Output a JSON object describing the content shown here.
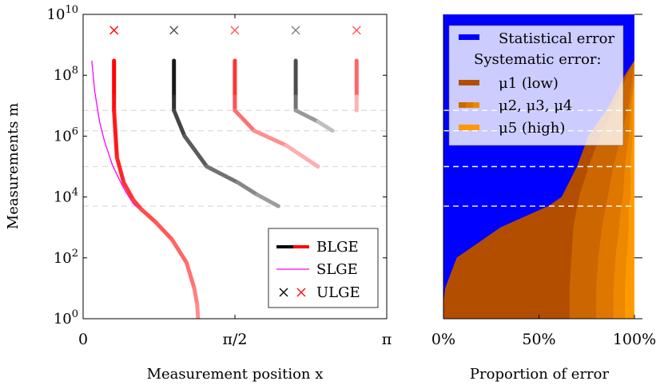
{
  "chart_data": [
    {
      "type": "line",
      "xlabel": "Measurement position x",
      "ylabel": "Measurements m",
      "x_ticks": [
        "0",
        "π/2",
        "π"
      ],
      "y_ticks": [
        "10^0",
        "10^2",
        "10^4",
        "10^6",
        "10^8",
        "10^10"
      ],
      "xlim": [
        0,
        3.1416
      ],
      "ylim": [
        1,
        10000000000
      ],
      "y_scale": "log",
      "legend_placement": "bottom-right",
      "legend": [
        "BLGE",
        "SLGE",
        "ULGE"
      ],
      "colors": {
        "red": "#ff0000",
        "black": "#000000",
        "magenta": "#ff00ff",
        "dash": "#dddddd"
      },
      "dashed_levels_m": [
        5000,
        100000,
        1500000,
        7000000
      ],
      "ulge_markers": [
        {
          "x": 0.32,
          "m": 3000000000,
          "color": "#ff0000"
        },
        {
          "x": 0.94,
          "m": 3000000000,
          "color": "#000000"
        },
        {
          "x": 1.57,
          "m": 3000000000,
          "color": "#ff0000"
        },
        {
          "x": 2.2,
          "m": 3000000000,
          "color": "#000000"
        },
        {
          "x": 2.83,
          "m": 3000000000,
          "color": "#ff0000"
        }
      ],
      "series": [
        {
          "name": "SLGE",
          "color": "#ff00ff",
          "x": [
            0.09,
            0.12,
            0.17,
            0.22,
            0.3,
            0.37,
            0.44,
            0.52,
            0.58
          ],
          "m": [
            300000000,
            30000000,
            3000000,
            700000,
            120000,
            40000,
            15000,
            6000,
            4000
          ]
        },
        {
          "name": "BLGE",
          "color": "#ff0000",
          "x": [
            0.32,
            0.32,
            0.32,
            0.35,
            0.42,
            0.52,
            0.6,
            0.75,
            0.92,
            1.07,
            1.15,
            1.18,
            1.19
          ],
          "m": [
            300000000,
            20000000,
            7000000,
            200000,
            30000,
            8000,
            4000,
            1500,
            400,
            70,
            10,
            3,
            1
          ]
        },
        {
          "name": "BLGE",
          "color": "#000000",
          "x": [
            0.94,
            0.94,
            0.94,
            1.05,
            1.28,
            1.6,
            1.8,
            2.02
          ],
          "m": [
            300000000,
            20000000,
            7000000,
            1000000,
            100000,
            30000,
            12000,
            5000
          ]
        },
        {
          "name": "BLGE",
          "color": "#ff0000",
          "x": [
            1.57,
            1.57,
            1.57,
            1.77,
            2.1,
            2.43
          ],
          "m": [
            300000000,
            20000000,
            7000000,
            1500000,
            500000,
            100000
          ]
        },
        {
          "name": "BLGE",
          "color": "#000000",
          "x": [
            2.2,
            2.2,
            2.2,
            2.43,
            2.58
          ],
          "m": [
            300000000,
            20000000,
            7000000,
            3000000,
            1500000
          ]
        },
        {
          "name": "BLGE",
          "color": "#ff0000",
          "x": [
            2.83,
            2.83,
            2.83
          ],
          "m": [
            300000000,
            20000000,
            7000000
          ]
        }
      ]
    },
    {
      "type": "area",
      "xlabel": "Proportion of error",
      "x_ticks": [
        "0%",
        "50%",
        "100%"
      ],
      "xlim": [
        0,
        1
      ],
      "ylim": [
        1,
        10000000000
      ],
      "y_scale": "log",
      "legend_placement": "top",
      "legend": [
        "Statistical error",
        "Systematic error:",
        "μ1 (low)",
        "μ2, μ3, μ4",
        "μ5 (high)"
      ],
      "colors": {
        "statistical": "#0000ff",
        "mu1": "#b34d00",
        "mu234": [
          "#cc6600",
          "#dd7700",
          "#ee8800"
        ],
        "mu5": "#ff9900"
      },
      "levels_m": [
        1,
        3,
        10,
        100,
        1000,
        5000,
        10000,
        100000,
        1000000,
        10000000,
        100000000,
        300000000
      ],
      "boundaries": [
        {
          "name": "μ1 (low)",
          "x": [
            0.66,
            0.66,
            0.66,
            0.67,
            0.68,
            0.7,
            0.71,
            0.76,
            0.82,
            0.9,
            0.96,
            1.0
          ]
        },
        {
          "name": "μ2",
          "x": [
            0.8,
            0.8,
            0.8,
            0.81,
            0.83,
            0.85,
            0.86,
            0.89,
            0.93,
            0.97,
            0.99,
            1.0
          ]
        },
        {
          "name": "μ3",
          "x": [
            0.89,
            0.89,
            0.89,
            0.9,
            0.92,
            0.93,
            0.94,
            0.95,
            0.97,
            0.98,
            1.0,
            1.0
          ]
        },
        {
          "name": "μ4",
          "x": [
            0.95,
            0.95,
            0.95,
            0.96,
            0.97,
            0.97,
            0.98,
            0.98,
            0.99,
            0.99,
            1.0,
            1.0
          ]
        },
        {
          "name": "μ5 (high)",
          "x": [
            1.0,
            1.0,
            1.0,
            1.0,
            1.0,
            1.0,
            1.0,
            1.0,
            1.0,
            1.0,
            1.0,
            1.0
          ]
        }
      ],
      "systematic_left_edge_x": [
        0.0,
        0.0,
        0.01,
        0.07,
        0.3,
        0.55,
        0.62,
        0.7,
        0.76,
        0.87,
        0.95,
        1.0
      ],
      "dashed_levels_m": [
        5000,
        100000,
        1500000,
        7000000
      ]
    }
  ]
}
